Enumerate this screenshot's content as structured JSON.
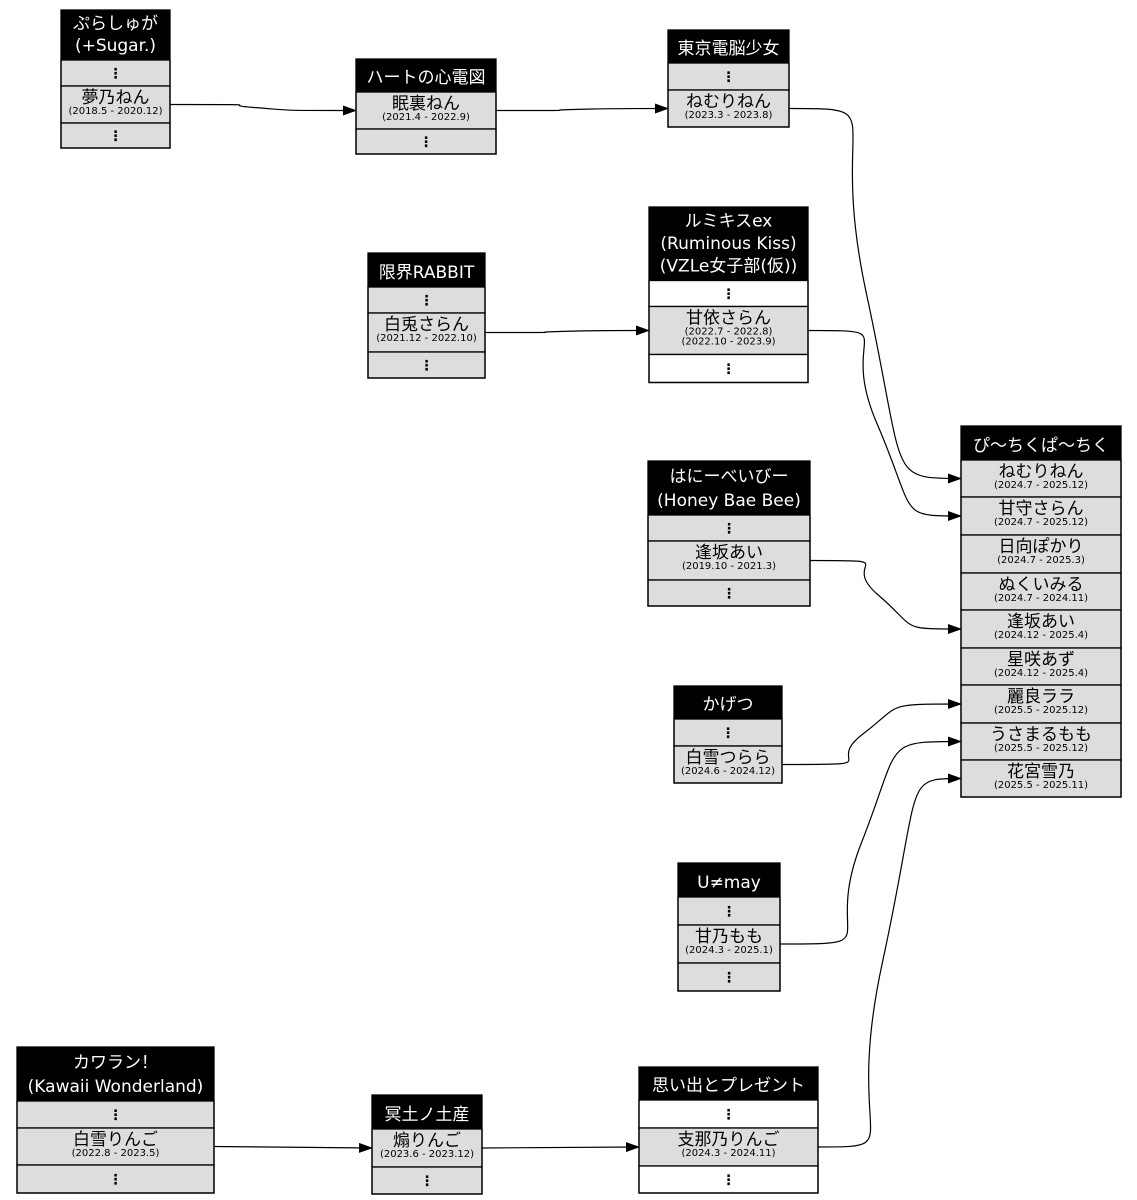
{
  "diagram_title": "",
  "colors": {
    "header_bg": "#000000",
    "header_text": "#ffffff",
    "member_bg": "#dddddd",
    "placeholder_bg_gray": "#dddddd",
    "placeholder_bg_white": "#ffffff",
    "border": "#000000",
    "edge": "#000000"
  },
  "placeholder_symbol": "⋮",
  "groups": [
    {
      "id": "purashuga",
      "title_lines": [
        "ぷらしゅが",
        "(+Sugar.)"
      ],
      "rows": [
        {
          "type": "placeholder",
          "bg": "gray"
        },
        {
          "type": "member",
          "id": "purashuga-yumeno",
          "name": "夢乃ねん",
          "periods": [
            "(2018.5 - 2020.12)"
          ]
        },
        {
          "type": "placeholder",
          "bg": "gray"
        }
      ]
    },
    {
      "id": "heart",
      "title_lines": [
        "ハートの心電図"
      ],
      "rows": [
        {
          "type": "member",
          "id": "heart-nemuri",
          "name": "眠裏ねん",
          "periods": [
            "(2021.4 - 2022.9)"
          ]
        },
        {
          "type": "placeholder",
          "bg": "gray"
        }
      ]
    },
    {
      "id": "tokyo",
      "title_lines": [
        "東京電脳少女"
      ],
      "rows": [
        {
          "type": "placeholder",
          "bg": "gray"
        },
        {
          "type": "member",
          "id": "tokyo-nemuri",
          "name": "ねむりねん",
          "periods": [
            "(2023.3 - 2023.8)"
          ]
        }
      ]
    },
    {
      "id": "genkai",
      "title_lines": [
        "限界RABBIT"
      ],
      "rows": [
        {
          "type": "placeholder",
          "bg": "gray"
        },
        {
          "type": "member",
          "id": "genkai-shirou",
          "name": "白兎さらん",
          "periods": [
            "(2021.12 - 2022.10)"
          ]
        },
        {
          "type": "placeholder",
          "bg": "gray"
        }
      ]
    },
    {
      "id": "rumikis",
      "title_lines": [
        "ルミキスex",
        "(Ruminous Kiss)",
        "(VZLe女子部(仮))"
      ],
      "rows": [
        {
          "type": "placeholder",
          "bg": "white"
        },
        {
          "type": "member",
          "id": "rumikis-amae",
          "name": "甘依さらん",
          "periods": [
            "(2022.7 - 2022.8)",
            "(2022.10 - 2023.9)"
          ]
        },
        {
          "type": "placeholder",
          "bg": "white"
        }
      ]
    },
    {
      "id": "honey",
      "title_lines": [
        "はにーべいびー",
        "(Honey Bae Bee)"
      ],
      "rows": [
        {
          "type": "placeholder",
          "bg": "gray"
        },
        {
          "type": "member",
          "id": "honey-aisaka",
          "name": "逢坂あい",
          "periods": [
            "(2019.10 - 2021.3)"
          ]
        },
        {
          "type": "placeholder",
          "bg": "gray"
        }
      ]
    },
    {
      "id": "kagetsu",
      "title_lines": [
        "かげつ"
      ],
      "rows": [
        {
          "type": "placeholder",
          "bg": "gray"
        },
        {
          "type": "member",
          "id": "kagetsu-shirayuki",
          "name": "白雪つらら",
          "periods": [
            "(2024.6 - 2024.12)"
          ]
        }
      ]
    },
    {
      "id": "umay",
      "title_lines": [
        "U≠may"
      ],
      "rows": [
        {
          "type": "placeholder",
          "bg": "gray"
        },
        {
          "type": "member",
          "id": "umay-amano",
          "name": "甘乃もも",
          "periods": [
            "(2024.3 - 2025.1)"
          ]
        },
        {
          "type": "placeholder",
          "bg": "gray"
        }
      ]
    },
    {
      "id": "kawaran",
      "title_lines": [
        "カワラン！",
        "(Kawaii Wonderland)"
      ],
      "rows": [
        {
          "type": "placeholder",
          "bg": "gray"
        },
        {
          "type": "member",
          "id": "kawaran-shirayuki",
          "name": "白雪りんご",
          "periods": [
            "(2022.8 - 2023.5)"
          ]
        },
        {
          "type": "placeholder",
          "bg": "gray"
        }
      ]
    },
    {
      "id": "meido",
      "title_lines": [
        "冥土ノ土産"
      ],
      "rows": [
        {
          "type": "member",
          "id": "meido-aori",
          "name": "煽りんご",
          "periods": [
            "(2023.6 - 2023.12)"
          ]
        },
        {
          "type": "placeholder",
          "bg": "gray"
        }
      ]
    },
    {
      "id": "omoide",
      "title_lines": [
        "思い出とプレゼント"
      ],
      "rows": [
        {
          "type": "placeholder",
          "bg": "white"
        },
        {
          "type": "member",
          "id": "omoide-shinano",
          "name": "支那乃りんご",
          "periods": [
            "(2024.3 - 2024.11)"
          ]
        },
        {
          "type": "placeholder",
          "bg": "white"
        }
      ]
    },
    {
      "id": "pichiku",
      "title_lines": [
        "ぴ〜ちくぱ〜ちく"
      ],
      "rows": [
        {
          "type": "member",
          "id": "p-nemuri",
          "name": "ねむりねん",
          "periods": [
            "(2024.7 - 2025.12)"
          ]
        },
        {
          "type": "member",
          "id": "p-amamori",
          "name": "甘守さらん",
          "periods": [
            "(2024.7 - 2025.12)"
          ]
        },
        {
          "type": "member",
          "id": "p-hinata",
          "name": "日向ぽかり",
          "periods": [
            "(2024.7 - 2025.3)"
          ]
        },
        {
          "type": "member",
          "id": "p-nukui",
          "name": "ぬくいみる",
          "periods": [
            "(2024.7 - 2024.11)"
          ]
        },
        {
          "type": "member",
          "id": "p-aisaka",
          "name": "逢坂あい",
          "periods": [
            "(2024.12 - 2025.4)"
          ]
        },
        {
          "type": "member",
          "id": "p-hoshisaki",
          "name": "星咲あず",
          "periods": [
            "(2024.12 - 2025.4)"
          ]
        },
        {
          "type": "member",
          "id": "p-reira",
          "name": "麗良ララ",
          "periods": [
            "(2025.5 - 2025.12)"
          ]
        },
        {
          "type": "member",
          "id": "p-usamaru",
          "name": "うさまるもも",
          "periods": [
            "(2025.5 - 2025.12)"
          ]
        },
        {
          "type": "member",
          "id": "p-hanamiya",
          "name": "花宮雪乃",
          "periods": [
            "(2025.5 - 2025.11)"
          ]
        }
      ]
    }
  ],
  "edges": [
    {
      "from": "purashuga-yumeno",
      "to": "heart-nemuri"
    },
    {
      "from": "heart-nemuri",
      "to": "tokyo-nemuri"
    },
    {
      "from": "tokyo-nemuri",
      "to": "p-nemuri"
    },
    {
      "from": "genkai-shirou",
      "to": "rumikis-amae"
    },
    {
      "from": "rumikis-amae",
      "to": "p-amamori"
    },
    {
      "from": "honey-aisaka",
      "to": "p-aisaka"
    },
    {
      "from": "kagetsu-shirayuki",
      "to": "p-reira"
    },
    {
      "from": "umay-amano",
      "to": "p-usamaru"
    },
    {
      "from": "kawaran-shirayuki",
      "to": "meido-aori"
    },
    {
      "from": "meido-aori",
      "to": "omoide-shinano"
    },
    {
      "from": "omoide-shinano",
      "to": "p-hanamiya"
    }
  ]
}
